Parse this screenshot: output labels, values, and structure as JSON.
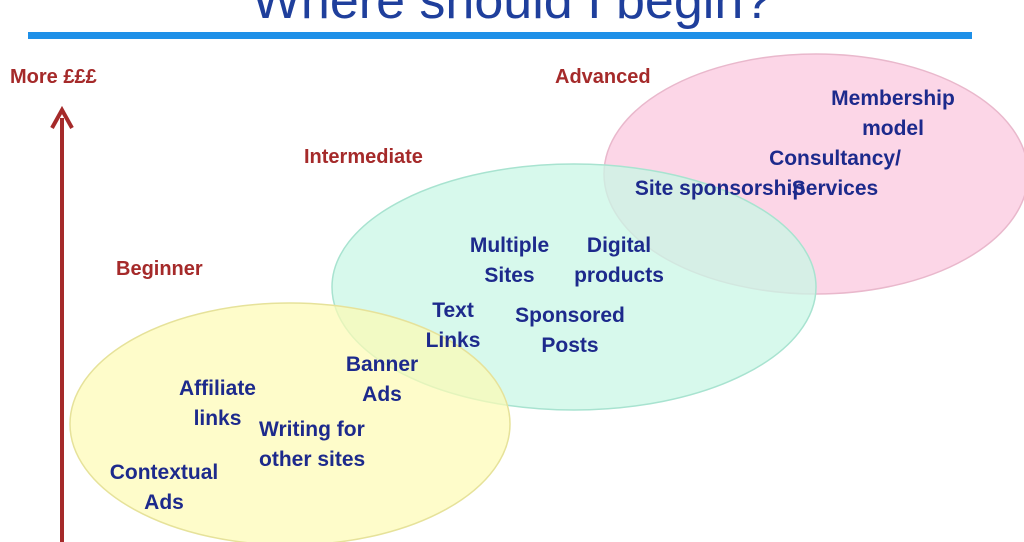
{
  "title": "Where should I begin?",
  "axis": {
    "label": "More £££"
  },
  "stages": {
    "beginner": "Beginner",
    "intermediate": "Intermediate",
    "advanced": "Advanced"
  },
  "items": {
    "affiliate_links": "Affiliate links",
    "contextual_ads": "Contextual Ads",
    "writing_for_other_sites": "Writing for other sites",
    "banner_ads": "Banner Ads",
    "text_links": "Text Links",
    "multiple_sites": "Multiple Sites",
    "digital_products": "Digital products",
    "sponsored_posts": "Sponsored Posts",
    "site_sponsorship": "Site sponsorship",
    "consultancy_services": "Consultancy/ Services",
    "membership_model": "Membership model"
  },
  "colors": {
    "title": "#1f3f9c",
    "rule": "#1e90e8",
    "axis": "#a52a2a",
    "stage_label": "#a52a2a",
    "item_text": "#1d2a8c",
    "beginner_fill": "#fdfbb4",
    "intermediate_fill": "#c9f7e6",
    "advanced_fill": "#fbcfe3"
  }
}
